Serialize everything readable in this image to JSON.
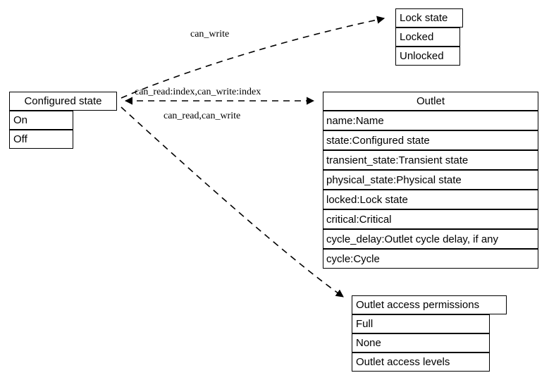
{
  "diagram": {
    "type": "uml-class-diagram",
    "background": "#ffffff",
    "line_color": "#000000",
    "text_color": "#000000",
    "edge_style": "dashed-open-arrow"
  },
  "nodes": {
    "configured_state": {
      "title": "Configured state",
      "rows": [
        "On",
        "Off"
      ]
    },
    "lock_state": {
      "title": "Lock state",
      "rows": [
        "Locked",
        "Unlocked"
      ]
    },
    "outlet": {
      "title": "Outlet",
      "rows": [
        "name:Name",
        "state:Configured state",
        "transient_state:Transient state",
        "physical_state:Physical state",
        "locked:Lock state",
        "critical:Critical",
        "cycle_delay:Outlet cycle delay, if any",
        "cycle:Cycle"
      ]
    },
    "outlet_access_permissions": {
      "title": "Outlet access permissions",
      "rows": [
        "Full",
        "None",
        "Outlet access levels"
      ]
    }
  },
  "edges": {
    "to_lock_state": {
      "label": "can_write"
    },
    "to_outlet_upper": {
      "label": "can_read:index,can_write:index"
    },
    "to_outlet_lower": {
      "label": "can_read,can_write"
    }
  }
}
